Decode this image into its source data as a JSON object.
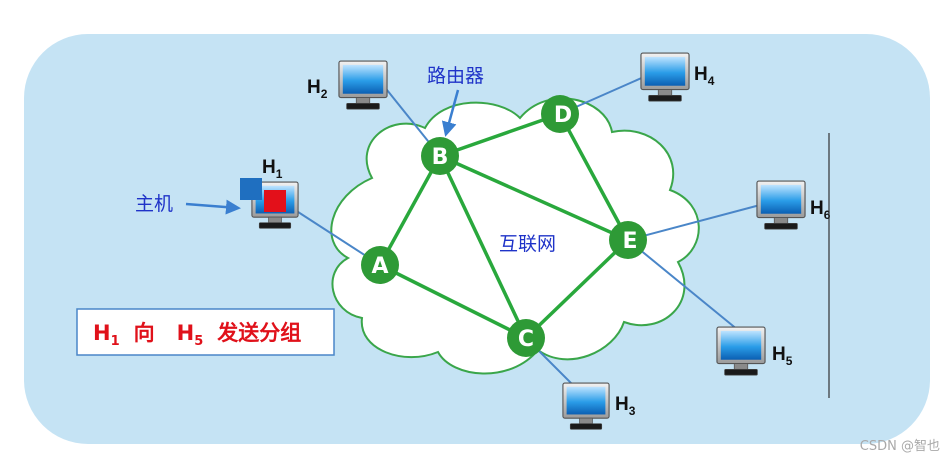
{
  "hosts": [
    {
      "id": "H1",
      "base": "H",
      "sub": "1"
    },
    {
      "id": "H2",
      "base": "H",
      "sub": "2"
    },
    {
      "id": "H3",
      "base": "H",
      "sub": "3"
    },
    {
      "id": "H4",
      "base": "H",
      "sub": "4"
    },
    {
      "id": "H5",
      "base": "H",
      "sub": "5"
    },
    {
      "id": "H6",
      "base": "H",
      "sub": "6"
    }
  ],
  "routers": [
    {
      "id": "A",
      "label": "A"
    },
    {
      "id": "B",
      "label": "B"
    },
    {
      "id": "C",
      "label": "C"
    },
    {
      "id": "D",
      "label": "D"
    },
    {
      "id": "E",
      "label": "E"
    }
  ],
  "router_links": [
    [
      "A",
      "B"
    ],
    [
      "A",
      "C"
    ],
    [
      "B",
      "C"
    ],
    [
      "B",
      "D"
    ],
    [
      "B",
      "E"
    ],
    [
      "D",
      "E"
    ],
    [
      "C",
      "E"
    ]
  ],
  "host_links": [
    [
      "H1",
      "A"
    ],
    [
      "H2",
      "B"
    ],
    [
      "H3",
      "C"
    ],
    [
      "H4",
      "D"
    ],
    [
      "H5",
      "E"
    ],
    [
      "H6",
      "E"
    ]
  ],
  "labels": {
    "router_label": "路由器",
    "host_label": "主机",
    "network_label": "互联网"
  },
  "caption": {
    "from_base": "H",
    "from_sub": "1",
    "middle": "向",
    "to_base": "H",
    "to_sub": "5",
    "action": "发送分组"
  },
  "watermark": "CSDN @智也",
  "colors": {
    "background_panel": "#c5e3f4",
    "cloud_fill": "#ffffff",
    "cloud_stroke": "#3aa64a",
    "router_fill": "#2e9a36",
    "router_link": "#29a83c",
    "host_link": "#4a86c8",
    "label_blue": "#1f33c8",
    "caption_red": "#e0111a"
  },
  "icons": {
    "host": "monitor-icon",
    "router": "router-node-icon",
    "sending_host_marker": "packet-square-icon"
  }
}
